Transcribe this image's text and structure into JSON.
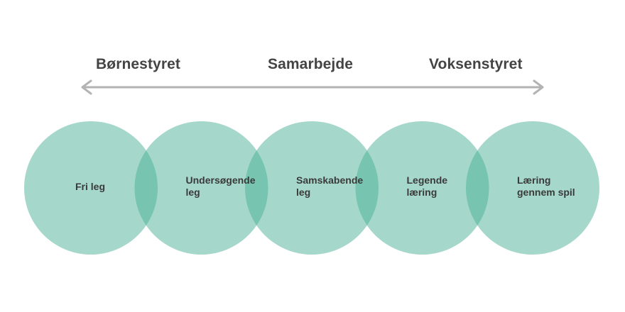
{
  "axis": {
    "left_label": "Børnestyret",
    "center_label": "Samarbejde",
    "right_label": "Voksenstyret"
  },
  "circles": [
    {
      "label": "Fri leg"
    },
    {
      "label": "Undersøgende\nleg"
    },
    {
      "label": "Samskabende\nleg"
    },
    {
      "label": "Legende\nlæring"
    },
    {
      "label": "Læring\ngennem spil"
    }
  ],
  "colors": {
    "circle_fill": "#a6d7cb",
    "overlap_fill": "#77c4b1",
    "arrow": "#b3b3b3",
    "text": "#444444"
  }
}
